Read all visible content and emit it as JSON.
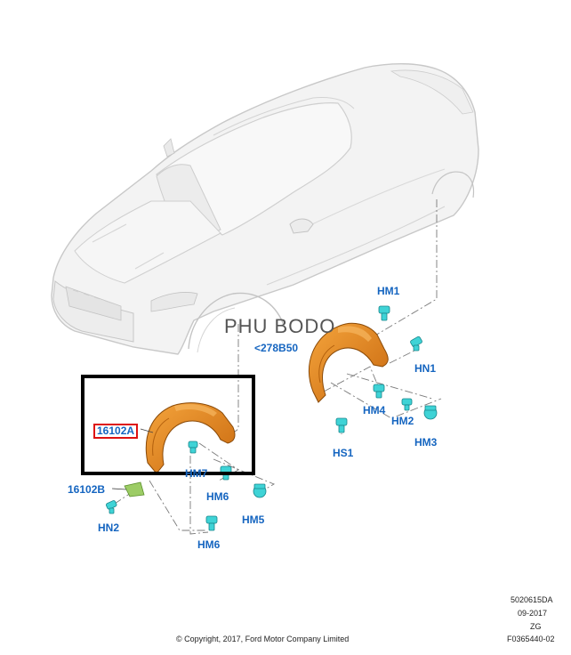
{
  "watermark": "PHU BODO",
  "callouts": {
    "hm1": "HM1",
    "part_278b50": "<278B50",
    "hn1": "HN1",
    "hm4": "HM4",
    "hm2": "HM2",
    "hm3": "HM3",
    "hs1": "HS1",
    "part_16102a": "16102A",
    "hm7": "HM7",
    "part_16102b": "16102B",
    "hm6_a": "HM6",
    "hm5": "HM5",
    "hn2": "HN2",
    "hm6_b": "HM6"
  },
  "footer": {
    "copyright": "© Copyright, 2017, Ford Motor Company Limited",
    "doc_code": "5020615DA",
    "date": "09-2017",
    "zone": "ZG",
    "figure": "F0365440-02"
  },
  "colors": {
    "liner": "#e8891d",
    "liner_shade": "#b85f0c",
    "fastener": "#3fd3d6",
    "bracket": "#8bc34a",
    "callout_text": "#1565c0",
    "car_fill": "#f2f2f2",
    "car_stroke": "#c9c9c9"
  }
}
